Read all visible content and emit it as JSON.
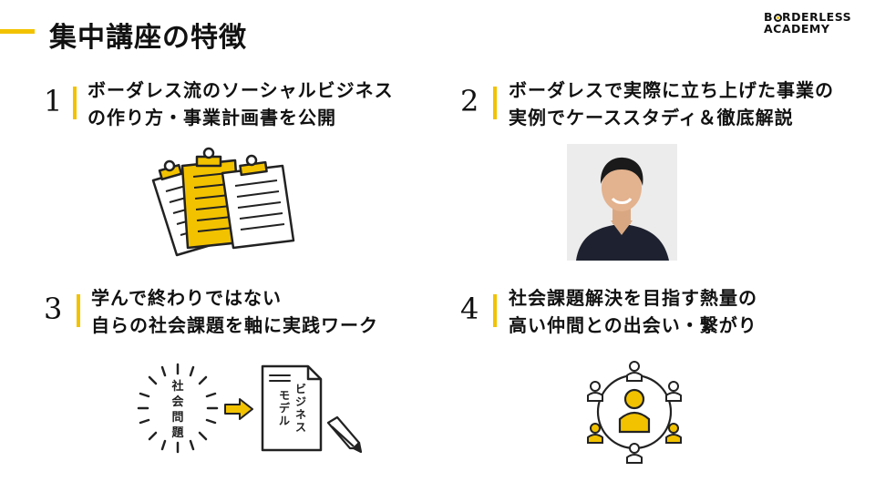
{
  "slide": {
    "title": "集中講座の特徴",
    "logo_line1_pre": "B",
    "logo_line1_post": "RDERLESS",
    "logo_line2": "ACADEMY"
  },
  "features": [
    {
      "number": "1",
      "line1": "ボーダレス流のソーシャルビジネス",
      "line2": "の作り方・事業計画書を公開"
    },
    {
      "number": "2",
      "line1": "ボーダレスで実際に立ち上げた事業の",
      "line2": "実例でケーススタディ＆徹底解説"
    },
    {
      "number": "3",
      "line1": "学んで終わりではない",
      "line2": "自らの社会課題を軸に実践ワーク"
    },
    {
      "number": "4",
      "line1": "社会課題解決を目指す熱量の",
      "line2": "高い仲間との出会い・繋がり"
    }
  ],
  "illustrations": {
    "social_issue_chars": [
      "社",
      "会",
      "問",
      "題"
    ],
    "business_model_col1": "ビジネス",
    "business_model_col2": "モデル"
  },
  "colors": {
    "accent": "#f2c200",
    "text": "#111111",
    "line": "#222222"
  }
}
